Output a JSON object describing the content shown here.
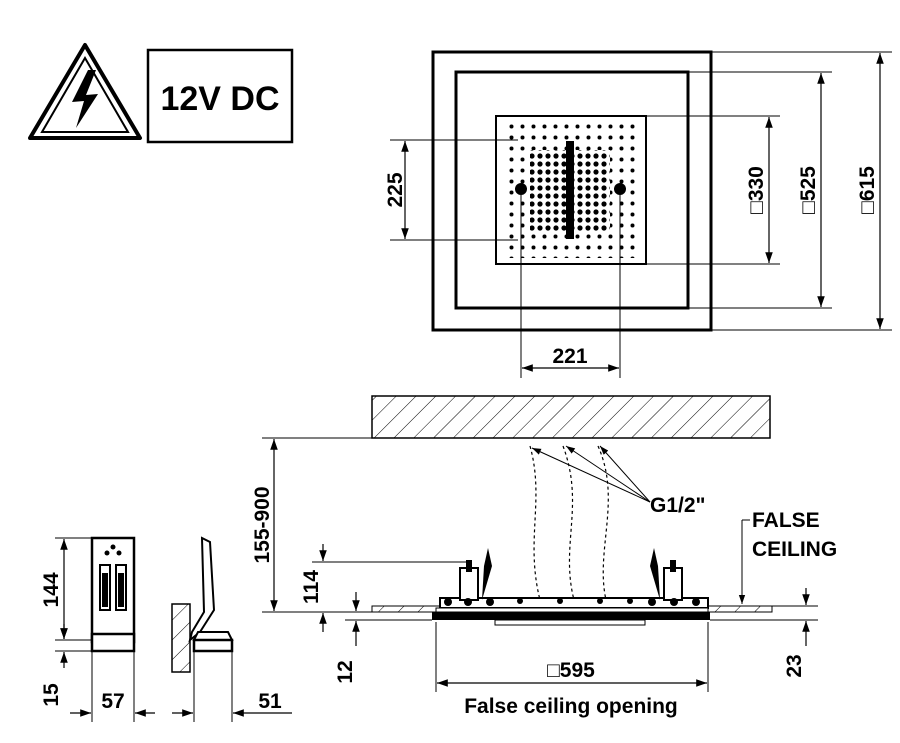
{
  "warning": {
    "voltage_label": "12V DC"
  },
  "top_view": {
    "dim_225": "225",
    "dim_221": "221",
    "dim_330": "□330",
    "dim_525": "□525",
    "dim_615": "□615"
  },
  "side_view": {
    "dim_height": "155-900",
    "dim_114": "114",
    "dim_12": "12",
    "dim_23": "23",
    "dim_opening": "□595",
    "pipe_label": "G1/2\"",
    "false_ceiling_line1": "FALSE",
    "false_ceiling_line2": "CEILING",
    "opening_caption": "False ceiling opening"
  },
  "remote": {
    "dim_144": "144",
    "dim_15": "15",
    "dim_57": "57",
    "dim_51": "51"
  },
  "icons": [
    "high-voltage-warning-icon"
  ]
}
